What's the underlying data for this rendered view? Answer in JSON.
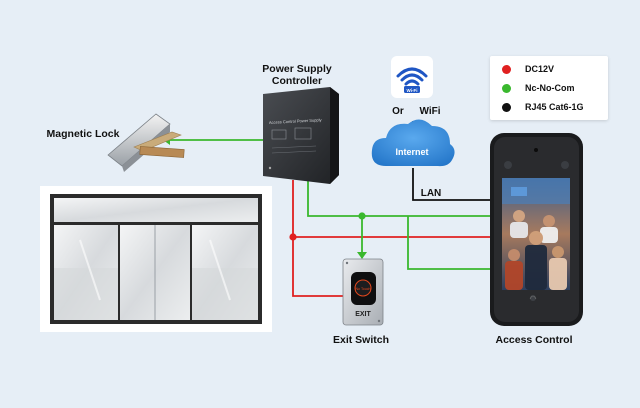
{
  "labels": {
    "power_supply": [
      "Power Supply",
      "Controller"
    ],
    "magnetic_lock": "Magnetic Lock",
    "or": "Or",
    "wifi": "WiFi",
    "wifi_badge": "Wi-Fi",
    "internet": "Internet",
    "lan": "LAN",
    "exit_switch": "Exit Switch",
    "access_control": "Access Control",
    "exit_button_top": "No Touch",
    "exit_button_bottom": "EXIT",
    "power_box_title": "Access Control Power Supply"
  },
  "legend": [
    {
      "label": "DC12V",
      "color": "#e02020"
    },
    {
      "label": "Nc-No-Com",
      "color": "#3ab82e"
    },
    {
      "label": "RJ45 Cat6-1G",
      "color": "#111111"
    }
  ],
  "colors": {
    "power_wire": "#e02020",
    "signal_wire": "#3ab82e",
    "network_wire": "#111111",
    "cloud": "#2f86d6",
    "background": "#e6eef6"
  }
}
